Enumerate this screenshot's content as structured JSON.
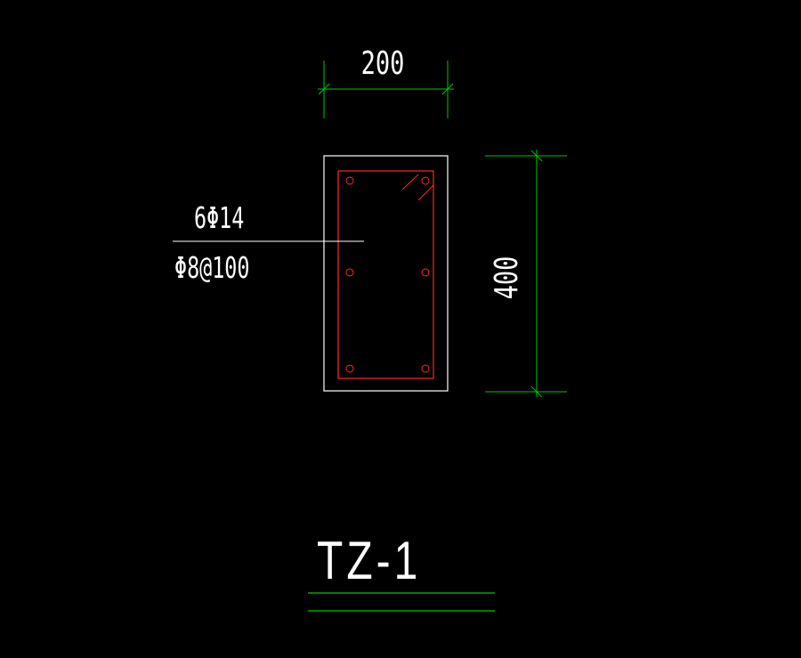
{
  "drawing": {
    "background": "#000000",
    "colors": {
      "outline": "#ffffff",
      "rebar": "#ff2a2a",
      "dimension": "#00c800",
      "text": "#ffffff",
      "title_underline": "#00c800"
    }
  },
  "section": {
    "width_dim": "200",
    "height_dim": "400",
    "main_rebar_label": "6Φ14",
    "stirrup_label": "Φ8@100",
    "bar_count": 6
  },
  "title": {
    "text": "TZ-1"
  }
}
